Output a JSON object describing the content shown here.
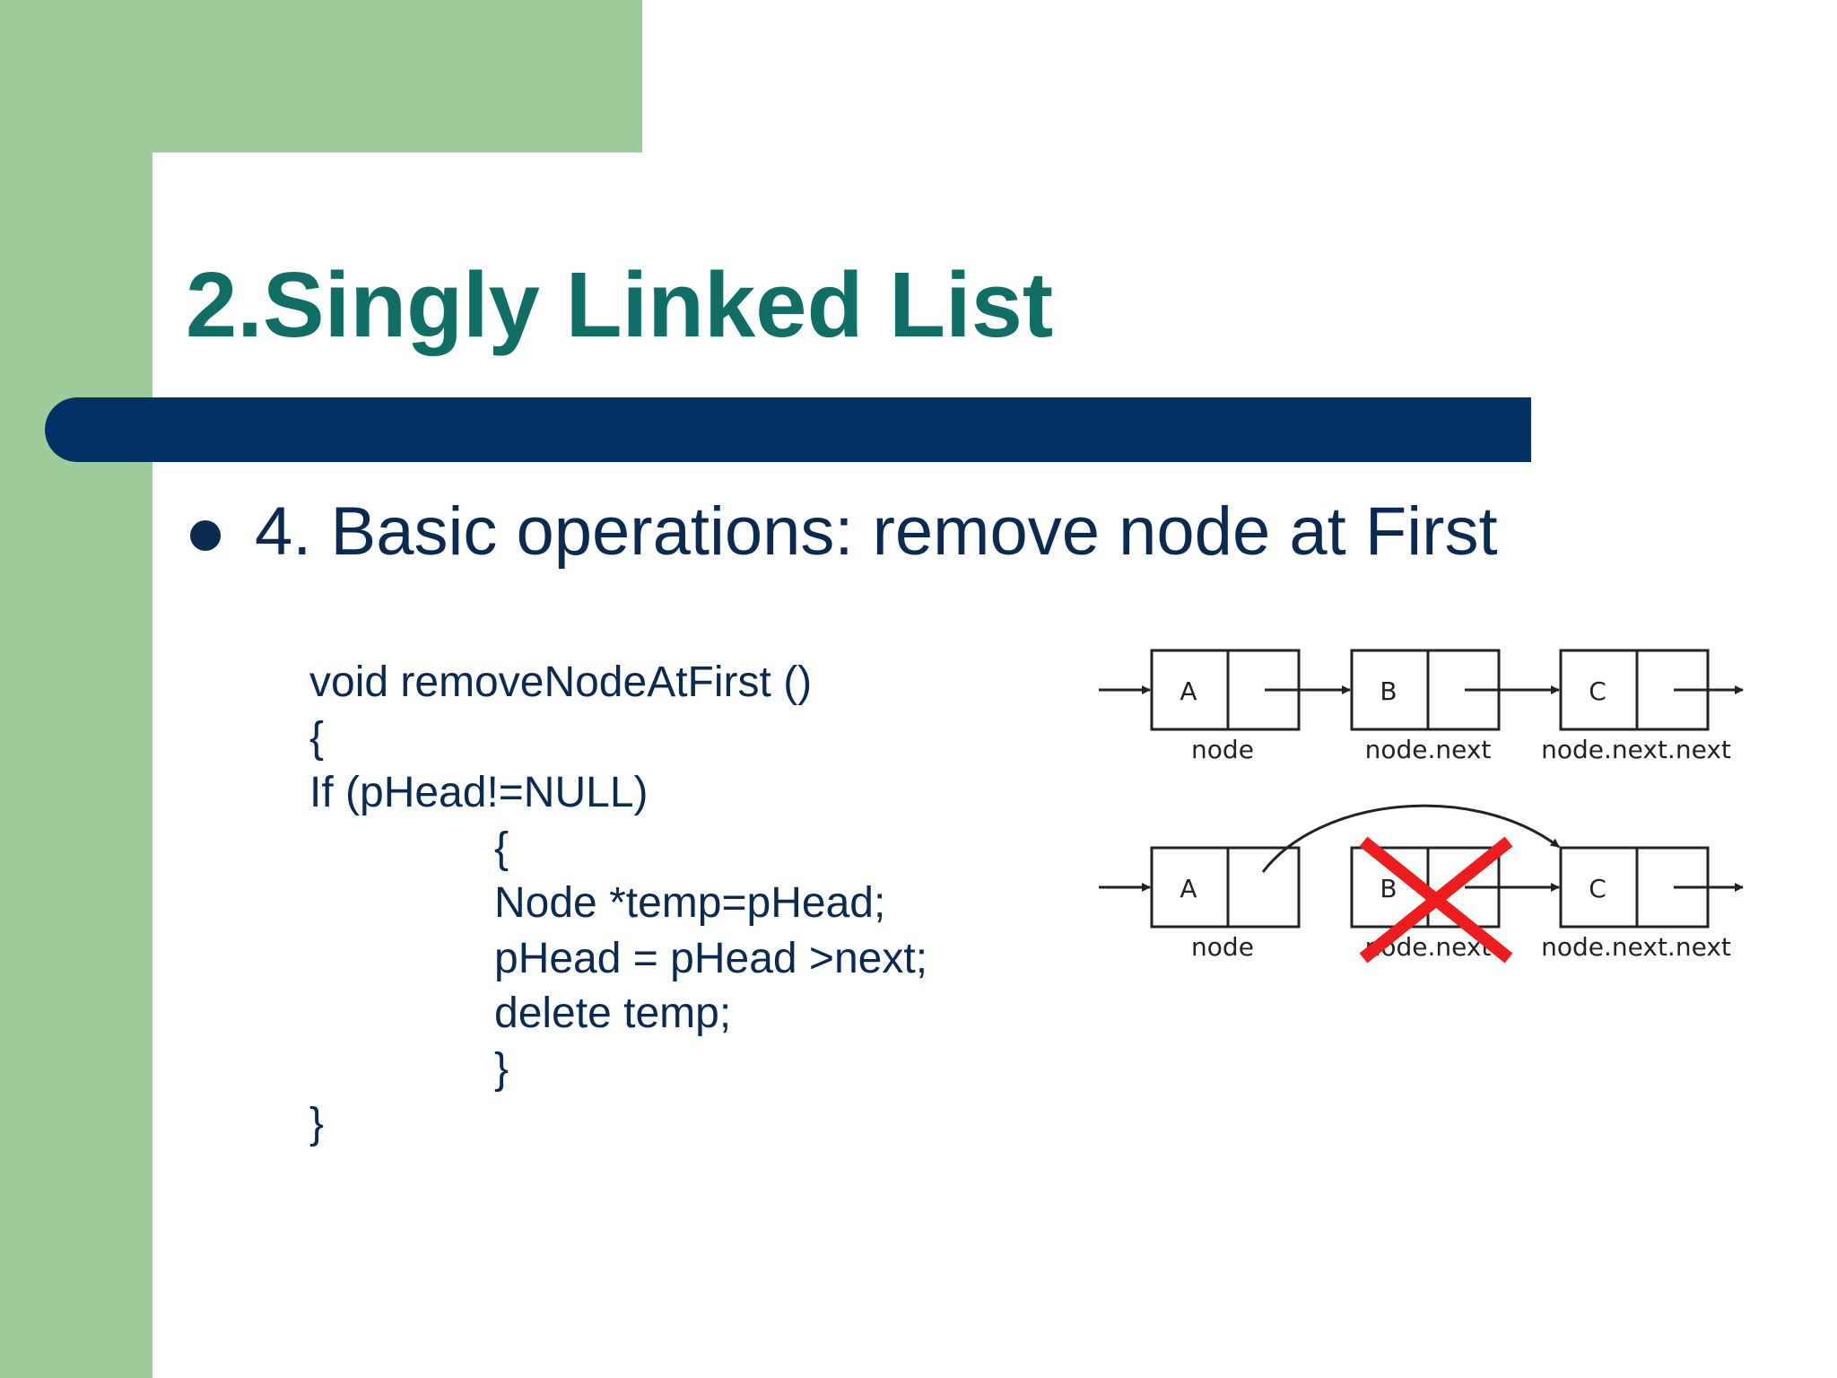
{
  "slide": {
    "title": "2.Singly Linked List",
    "bullet": "4. Basic operations: remove node at First"
  },
  "code": {
    "lines": [
      "void removeNodeAtFirst ()",
      "{",
      "If (pHead!=NULL)",
      "{",
      "Node *temp=pHead;",
      "pHead = pHead >next;",
      "delete temp;",
      "}",
      "}"
    ]
  },
  "diagram": {
    "before": {
      "nodes": [
        "A",
        "B",
        "C"
      ],
      "labels": [
        "node",
        "node.next",
        "node.next.next"
      ]
    },
    "after": {
      "nodes": [
        "A",
        "B",
        "C"
      ],
      "labels": [
        "node",
        "node.next",
        "node.next.next"
      ]
    },
    "remove_mark_color": "#ee1c1c"
  },
  "colors": {
    "accent_green": "#9ccd9b",
    "title_teal": "#0f6f66",
    "bar_navy": "#023166",
    "text_navy": "#0b2a52"
  }
}
